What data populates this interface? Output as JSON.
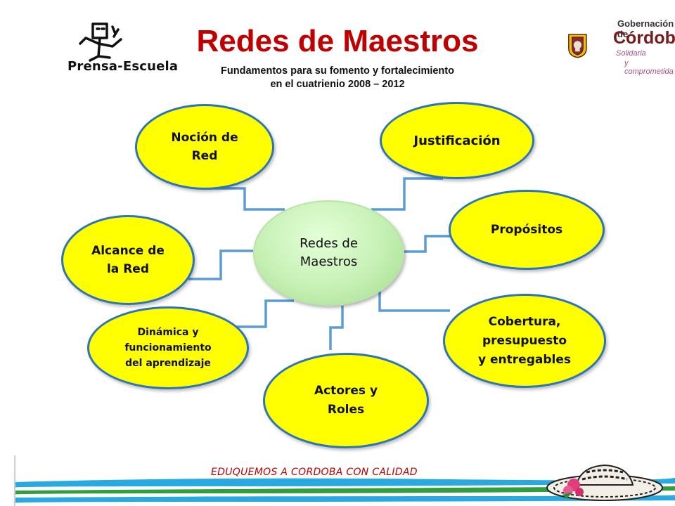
{
  "header": {
    "title": "Redes de Maestros",
    "subtitle_line1": "Fundamentos para su fomento y fortalecimiento",
    "subtitle_line2": "en el cuatrienio 2008 – 2012"
  },
  "logos": {
    "left": {
      "text": "Prensa-Escuela",
      "icon": "prensa-escuela-figure-icon"
    },
    "right": {
      "line1": "Gobernación de",
      "line2": "Córdoba",
      "line3": "Solidaria",
      "line4": "y comprometida",
      "icon": "cordoba-shield-icon"
    }
  },
  "diagram": {
    "center": {
      "line1": "Redes de",
      "line2": "Maestros"
    },
    "nodes": {
      "nocion": {
        "line1": "Noción de",
        "line2": "Red"
      },
      "justificacion": {
        "line1": "Justificación"
      },
      "propositos": {
        "line1": "Propósitos"
      },
      "alcance": {
        "line1": "Alcance de",
        "line2": "la Red"
      },
      "dinamica": {
        "line1": "Dinámica y",
        "line2": "funcionamiento",
        "line3": "del aprendizaje"
      },
      "actores": {
        "line1": "Actores y",
        "line2": "Roles"
      },
      "cobertura": {
        "line1": "Cobertura,",
        "line2": "presupuesto",
        "line3": "y entregables"
      }
    }
  },
  "footer": {
    "slogan": "EDUQUEMOS A CORDOBA CON CALIDAD",
    "icon": "sombrero-vueltiao-icon"
  },
  "colors": {
    "title": "#c00000",
    "node_fill": "#ffff00",
    "node_border": "#2e75b6",
    "connector": "#5b9bd5",
    "center_fill": "#c6f0b4"
  }
}
